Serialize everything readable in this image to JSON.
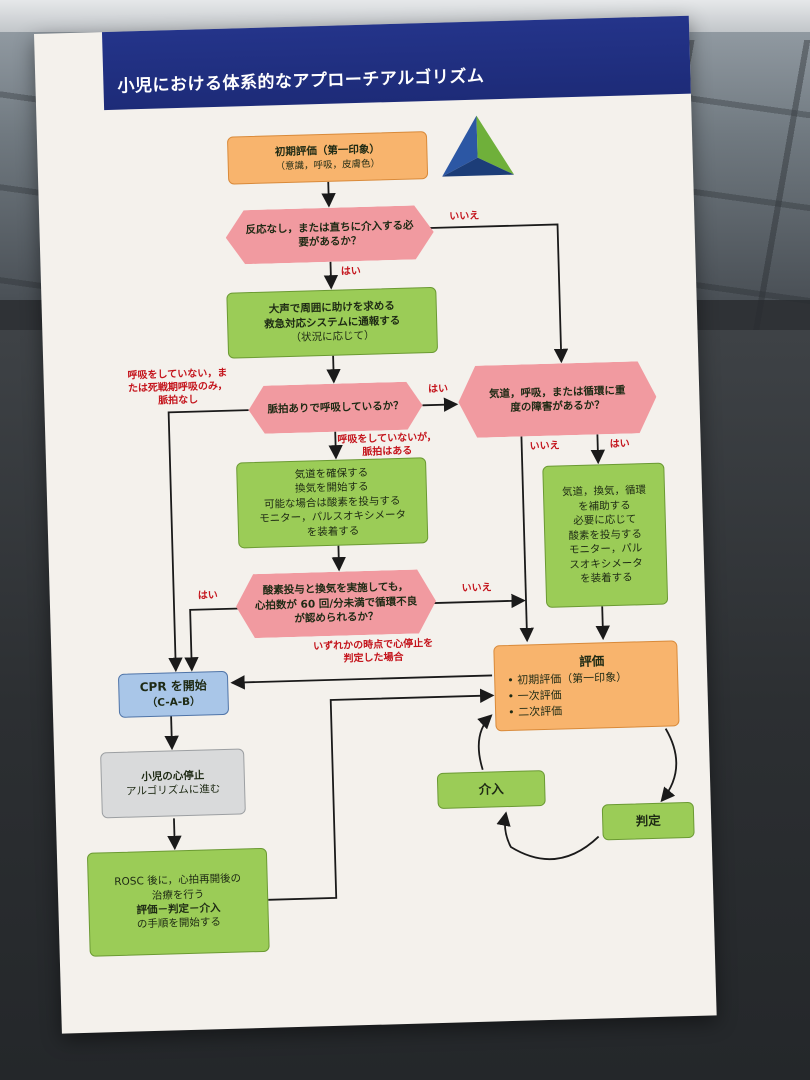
{
  "title": "小児における体系的なアプローチアルゴリズム",
  "colors": {
    "header": "#1d2b78",
    "orange": "#f8b46d",
    "green": "#9bcc57",
    "pink": "#f19aa0",
    "blue": "#a9c6e8",
    "gray": "#d9dadb",
    "label_red": "#c4141c"
  },
  "nodes": {
    "initial": {
      "line1": "初期評価（第一印象）",
      "line2": "（意識，呼吸，皮膚色）"
    },
    "q_response": {
      "line1": "反応なし，または直ちに介入する必",
      "line2": "要があるか？"
    },
    "call_help": {
      "line1": "大声で周囲に助けを求める",
      "line2": "救急対応システムに通報する",
      "line3": "（状況に応じて）"
    },
    "q_pulse": {
      "text": "脈拍ありで呼吸しているか？"
    },
    "q_severe": {
      "line1": "気道，呼吸，または循環に重",
      "line2": "度の障害があるか？"
    },
    "airway": {
      "line1": "気道を確保する",
      "line2": "換気を開始する",
      "line3": "可能な場合は酸素を投与する",
      "line4": "モニター，パルスオキシメータ",
      "line5": "を装着する"
    },
    "support": {
      "line1": "気道，換気，循環",
      "line2": "を補助する",
      "line3": "必要に応じて",
      "line4": "酸素を投与する",
      "line5": "モニター，パル",
      "line6": "スオキシメータ",
      "line7": "を装着する"
    },
    "q_hr": {
      "line1": "酸素投与と換気を実施しても，",
      "line2": "心拍数が 60 回/分未満で循環不良",
      "line3": "が認められるか？"
    },
    "cpr": {
      "line1": "CPR を開始",
      "line2": "（C-A-B）"
    },
    "evaluate": {
      "title": "評価",
      "items": [
        "初期評価（第一印象）",
        "一次評価",
        "二次評価"
      ]
    },
    "arrest": {
      "line1": "小児の心停止",
      "line2": "アルゴリズムに進む"
    },
    "rosc": {
      "line1": "ROSC 後に，心拍再開後の",
      "line2": "治療を行う",
      "line3": "評価－判定－介入",
      "line4": "の手順を開始する"
    },
    "intervene": {
      "text": "介入"
    },
    "judge": {
      "text": "判定"
    }
  },
  "labels": {
    "no1": "いいえ",
    "yes1": "はい",
    "no_breath_line1": "呼吸をしていない，ま",
    "no_breath_line2": "たは死戦期呼吸のみ，",
    "no_breath_line3": "脈拍なし",
    "yes2": "はい",
    "pulse_only_line1": "呼吸をしていないが，",
    "pulse_only_line2": "脈拍はある",
    "no2": "いいえ",
    "yes3": "はい",
    "yes4": "はい",
    "no3": "いいえ",
    "arrest_any_line1": "いずれかの時点で心停止を",
    "arrest_any_line2": "判定した場合"
  }
}
